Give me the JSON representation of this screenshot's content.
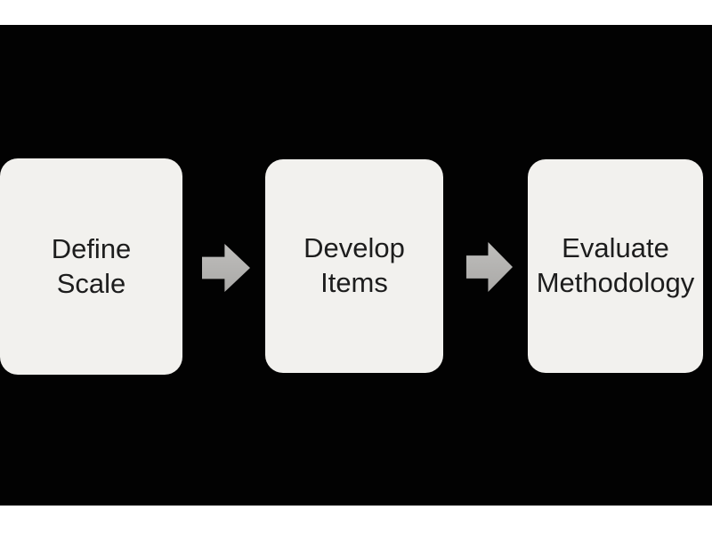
{
  "slide": {
    "colors": {
      "page_background": "#ffffff",
      "slide_background": "#020202",
      "box_fill": "#f2f1ee",
      "arrow_fill": "#b3b2b0",
      "text": "#1d1d1d"
    },
    "diagram": {
      "type": "horizontal-process-flow",
      "steps": [
        {
          "label": "Define\nScale"
        },
        {
          "label": "Develop\nItems"
        },
        {
          "label": "Evaluate\nMethodology"
        }
      ],
      "connectors": [
        {
          "icon": "right-block-arrow"
        },
        {
          "icon": "right-block-arrow"
        }
      ]
    }
  }
}
